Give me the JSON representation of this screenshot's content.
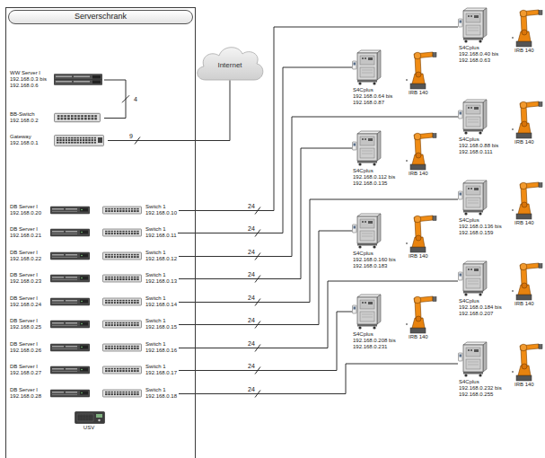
{
  "diagram": {
    "nodes": [
      {
        "text": [
          "Serverschrank"
        ]
      },
      {
        "text": [
          "WW Server I",
          "192.168.0.3 bis 192.168.0.6"
        ],
        "in": 0
      },
      {
        "text": [
          "BB-Switch",
          "192.168.0.2"
        ],
        "in": 0
      },
      {
        "text": [
          "Gateway",
          "192.168.0.1"
        ],
        "in": 0
      },
      {
        "text": [
          "DB Server I",
          "192.168.0.20"
        ],
        "in": 0
      },
      {
        "text": [
          "Switch 1",
          "192.168.0.10"
        ],
        "in": 0
      },
      {
        "text": [
          "DB Server I",
          "192.168.0.21"
        ],
        "in": 0
      },
      {
        "text": [
          "Switch 1",
          "192.168.0.11"
        ],
        "in": 0
      },
      {
        "text": [
          "DB Server I",
          "192.168.0.22"
        ],
        "in": 0
      },
      {
        "text": [
          "Switch 1",
          "192.168.0.12"
        ],
        "in": 0
      },
      {
        "text": [
          "DB Server I",
          "192.168.0.23"
        ],
        "in": 0
      },
      {
        "text": [
          "Switch 1",
          "192.168.0.13"
        ],
        "in": 0
      },
      {
        "text": [
          "DB Server I",
          "192.168.0.24"
        ],
        "in": 0
      },
      {
        "text": [
          "Switch 1",
          "192.168.0.14"
        ],
        "in": 0
      },
      {
        "text": [
          "DB Server I",
          "192.168.0.25"
        ],
        "in": 0
      },
      {
        "text": [
          "Switch 1",
          "192.168.0.15"
        ],
        "in": 0
      },
      {
        "text": [
          "DB Server I",
          "192.168.0.26"
        ],
        "in": 0
      },
      {
        "text": [
          "Switch 1",
          "192.168.0.16"
        ],
        "in": 0
      },
      {
        "text": [
          "DB Server I",
          "192.168.0.27"
        ],
        "in": 0
      },
      {
        "text": [
          "Switch 1",
          "192.168.0.17"
        ],
        "in": 0
      },
      {
        "text": [
          "DB Server I",
          "192.168.0.28"
        ],
        "in": 0
      },
      {
        "text": [
          "Switch 1",
          "192.168.0.18"
        ],
        "in": 0
      },
      {
        "text": [
          "USV"
        ],
        "in": 0
      },
      {
        "text": [
          "Internet"
        ]
      },
      {
        "text": [
          "S4Cplus",
          "192.168.0.40 bis 192.168.0.63"
        ]
      },
      {
        "text": [
          "IRB 140"
        ]
      },
      {
        "text": [
          "S4Cplus",
          "192.168.0.64 bis 192.168.0.87"
        ]
      },
      {
        "text": [
          "IRB 140"
        ]
      },
      {
        "text": [
          "S4Cplus",
          "192.168.0.88 bis 192.168.0.111"
        ]
      },
      {
        "text": [
          "IRB 140"
        ]
      },
      {
        "text": [
          "S4Cplus",
          "192.168.0.112 bis 192.168.0.135"
        ]
      },
      {
        "text": [
          "IRB 140"
        ]
      },
      {
        "text": [
          "S4Cplus",
          "192.168.0.136 bis 192.168.0.159"
        ]
      },
      {
        "text": [
          "IRB 140"
        ]
      },
      {
        "text": [
          "S4Cplus",
          "192.168.0.160 bis 192.168.0.183"
        ]
      },
      {
        "text": [
          "IRB 140"
        ]
      },
      {
        "text": [
          "S4Cplus",
          "192.168.0.184 bis 192.168.0.207"
        ]
      },
      {
        "text": [
          "IRB 140"
        ]
      },
      {
        "text": [
          "S4Cplus",
          "192.168.0.208 bis 192.168.0.231"
        ]
      },
      {
        "text": [
          "IRB 140"
        ]
      },
      {
        "text": [
          "S4Cplus",
          "192.168.0.232 bis 192.168.0.255"
        ]
      },
      {
        "text": [
          "IRB 140"
        ]
      }
    ],
    "edges": [
      {
        "from": 1,
        "to": 2,
        "arrow": "none",
        "label": "4"
      },
      {
        "from": 3,
        "to": 23,
        "arrow": "none",
        "label": "9"
      },
      {
        "from": 5,
        "to": 24,
        "arrow": "none",
        "label": "24"
      },
      {
        "from": 7,
        "to": 26,
        "arrow": "none",
        "label": "24"
      },
      {
        "from": 9,
        "to": 28,
        "arrow": "none",
        "label": "24"
      },
      {
        "from": 11,
        "to": 30,
        "arrow": "none",
        "label": "24"
      },
      {
        "from": 13,
        "to": 32,
        "arrow": "none",
        "label": "24"
      },
      {
        "from": 15,
        "to": 34,
        "arrow": "none",
        "label": "24"
      },
      {
        "from": 17,
        "to": 36,
        "arrow": "none",
        "label": "24"
      },
      {
        "from": 19,
        "to": 38,
        "arrow": "none",
        "label": "24"
      },
      {
        "from": 21,
        "to": 40,
        "arrow": "none",
        "label": "24"
      },
      {
        "from": 24,
        "to": 25,
        "arrow": "none"
      },
      {
        "from": 26,
        "to": 27,
        "arrow": "none"
      },
      {
        "from": 28,
        "to": 29,
        "arrow": "none"
      },
      {
        "from": 30,
        "to": 31,
        "arrow": "none"
      },
      {
        "from": 32,
        "to": 33,
        "arrow": "none"
      },
      {
        "from": 34,
        "to": 35,
        "arrow": "none"
      },
      {
        "from": 36,
        "to": 37,
        "arrow": "none"
      },
      {
        "from": 38,
        "to": 39,
        "arrow": "none"
      },
      {
        "from": 40,
        "to": 41,
        "arrow": "none"
      }
    ]
  }
}
